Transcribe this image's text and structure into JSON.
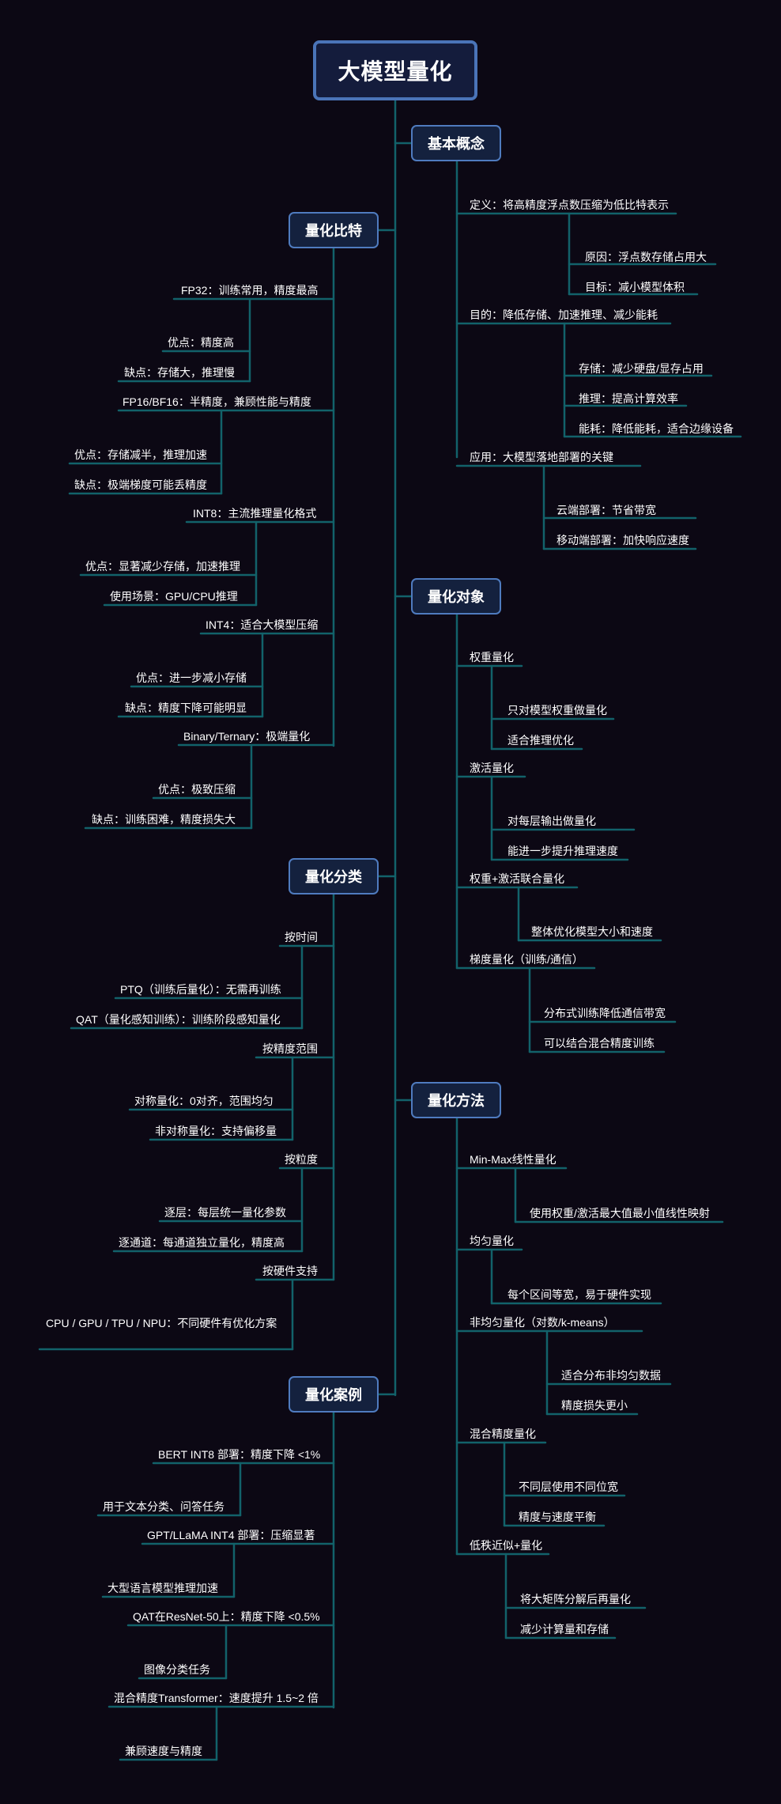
{
  "root": "大模型量化",
  "colors": {
    "background": "#0c0814",
    "line": "#12626a",
    "box_fill": "#14213e",
    "box_border": "#4f7bbf"
  },
  "branches": {
    "basic": {
      "title": "基本概念",
      "items": [
        "定义：将高精度浮点数压缩为低比特表示",
        "原因：浮点数存储占用大",
        "目标：减小模型体积",
        "目的：降低存储、加速推理、减少能耗",
        "存储：减少硬盘/显存占用",
        "推理：提高计算效率",
        "能耗：降低能耗，适合边缘设备",
        "应用：大模型落地部署的关键",
        "云端部署：节省带宽",
        "移动端部署：加快响应速度"
      ]
    },
    "objects": {
      "title": "量化对象",
      "items": [
        "权重量化",
        "只对模型权重做量化",
        "适合推理优化",
        "激活量化",
        "对每层输出做量化",
        "能进一步提升推理速度",
        "权重+激活联合量化",
        "整体优化模型大小和速度",
        "梯度量化（训练/通信）",
        "分布式训练降低通信带宽",
        "可以结合混合精度训练"
      ]
    },
    "methods": {
      "title": "量化方法",
      "items": [
        "Min-Max线性量化",
        "使用权重/激活最大值最小值线性映射",
        "均匀量化",
        "每个区间等宽，易于硬件实现",
        "非均匀量化（对数/k-means）",
        "适合分布非均匀数据",
        "精度损失更小",
        "混合精度量化",
        "不同层使用不同位宽",
        "精度与速度平衡",
        "低秩近似+量化",
        "将大矩阵分解后再量化",
        "减少计算量和存储"
      ]
    },
    "bits": {
      "title": "量化比特",
      "items": [
        "FP32：训练常用，精度最高",
        "优点：精度高",
        "缺点：存储大，推理慢",
        "FP16/BF16：半精度，兼顾性能与精度",
        "优点：存储减半，推理加速",
        "缺点：极端梯度可能丢精度",
        "INT8：主流推理量化格式",
        "优点：显著减少存储，加速推理",
        "使用场景：GPU/CPU推理",
        "INT4：适合大模型压缩",
        "优点：进一步减小存储",
        "缺点：精度下降可能明显",
        "Binary/Ternary：极端量化",
        "优点：极致压缩",
        "缺点：训练困难，精度损失大"
      ]
    },
    "classes": {
      "title": "量化分类",
      "items": [
        "按时间",
        "PTQ（训练后量化）：无需再训练",
        "QAT（量化感知训练）：训练阶段感知量化",
        "按精度范围",
        "对称量化：0对齐，范围均匀",
        "非对称量化：支持偏移量",
        "按粒度",
        "逐层：每层统一量化参数",
        "逐通道：每通道独立量化，精度高",
        "按硬件支持",
        "CPU / GPU / TPU / NPU：不同硬件有优化方案"
      ]
    },
    "cases": {
      "title": "量化案例",
      "items": [
        "BERT INT8 部署：精度下降 <1%",
        "用于文本分类、问答任务",
        "GPT/LLaMA INT4 部署：压缩显著",
        "大型语言模型推理加速",
        "QAT在ResNet-50上：精度下降 <0.5%",
        "图像分类任务",
        "混合精度Transformer：速度提升 1.5~2 倍",
        "兼顾速度与精度"
      ]
    }
  }
}
